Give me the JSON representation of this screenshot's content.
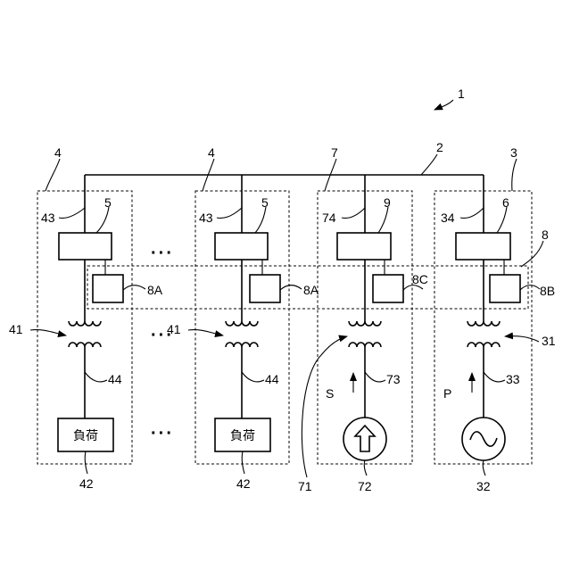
{
  "labels": {
    "system": "1",
    "bus": "2",
    "unit3": "3",
    "unit4a": "4",
    "unit4b": "4",
    "unit7": "7",
    "unit8": "8",
    "ctrl5a": "5",
    "ctrl5b": "5",
    "ctrl9": "9",
    "ctrl6": "6",
    "line43a": "43",
    "line43b": "43",
    "line74": "74",
    "line34": "34",
    "meas8a1": "8A",
    "meas8a2": "8A",
    "meas8c": "8C",
    "meas8b": "8B",
    "tr41a": "41",
    "tr41b": "41",
    "tr71": "71",
    "tr31": "31",
    "line44a": "44",
    "line44b": "44",
    "line73": "73",
    "line33": "33",
    "flowS": "S",
    "flowP": "P",
    "load42a": "42",
    "load42b": "42",
    "src72": "72",
    "gen32": "32",
    "load_text_a": "負荷",
    "load_text_b": "負荷",
    "ellipsis_1": "···",
    "ellipsis_2": "···",
    "ellipsis_3": "···"
  }
}
